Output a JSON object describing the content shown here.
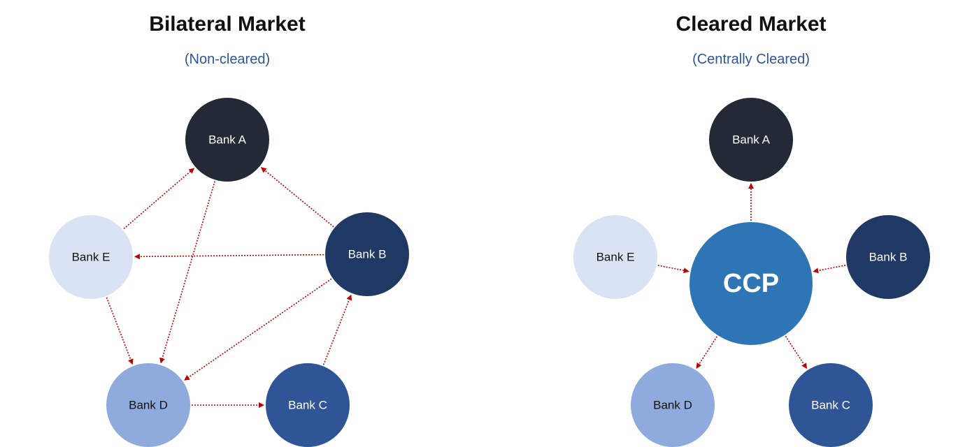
{
  "left_panel": {
    "title": "Bilateral Market",
    "subtitle": "(Non-cleared)",
    "nodes": {
      "bank_a": {
        "label": "Bank A",
        "fill": "#232A36",
        "text_color": "#FFFFFF"
      },
      "bank_b": {
        "label": "Bank B",
        "fill": "#1F3864",
        "text_color": "#FFFFFF"
      },
      "bank_c": {
        "label": "Bank C",
        "fill": "#2F5597",
        "text_color": "#FFFFFF"
      },
      "bank_d": {
        "label": "Bank D",
        "fill": "#8FAADC",
        "text_color": "#111111"
      },
      "bank_e": {
        "label": "Bank E",
        "fill": "#DAE3F3",
        "text_color": "#111111"
      }
    },
    "edges": [
      {
        "from": "bank_e",
        "to": "bank_a"
      },
      {
        "from": "bank_b",
        "to": "bank_a"
      },
      {
        "from": "bank_b",
        "to": "bank_e"
      },
      {
        "from": "bank_a",
        "to": "bank_d"
      },
      {
        "from": "bank_b",
        "to": "bank_d"
      },
      {
        "from": "bank_e",
        "to": "bank_d"
      },
      {
        "from": "bank_d",
        "to": "bank_c"
      },
      {
        "from": "bank_c",
        "to": "bank_b"
      }
    ]
  },
  "right_panel": {
    "title": "Cleared Market",
    "subtitle": "(Centrally Cleared)",
    "center": {
      "label": "CCP",
      "fill": "#2E75B6",
      "text_color": "#FFFFFF"
    },
    "nodes": {
      "bank_a": {
        "label": "Bank A",
        "fill": "#232A36",
        "text_color": "#FFFFFF"
      },
      "bank_b": {
        "label": "Bank B",
        "fill": "#1F3864",
        "text_color": "#FFFFFF"
      },
      "bank_c": {
        "label": "Bank C",
        "fill": "#2F5597",
        "text_color": "#FFFFFF"
      },
      "bank_d": {
        "label": "Bank D",
        "fill": "#8FAADC",
        "text_color": "#111111"
      },
      "bank_e": {
        "label": "Bank E",
        "fill": "#DAE3F3",
        "text_color": "#111111"
      }
    },
    "edges": [
      {
        "from": "ccp",
        "to": "bank_a"
      },
      {
        "from": "bank_b",
        "to": "ccp"
      },
      {
        "from": "ccp",
        "to": "bank_c"
      },
      {
        "from": "ccp",
        "to": "bank_d"
      },
      {
        "from": "bank_e",
        "to": "ccp"
      }
    ]
  },
  "colors": {
    "arrow": "#C00000",
    "title": "#111111",
    "subtitle": "#2F5597"
  }
}
